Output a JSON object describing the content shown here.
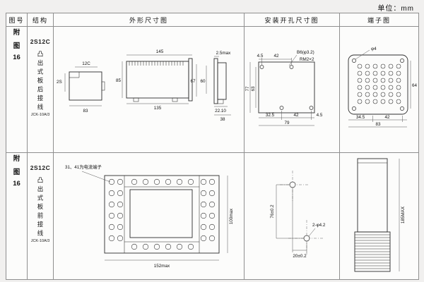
{
  "unit_label": "单位：mm",
  "headers": {
    "figure": "图号",
    "structure": "结构",
    "outline": "外形尺寸图",
    "install": "安装开孔尺寸图",
    "terminal": "端子图"
  },
  "row1": {
    "figure": {
      "c1": "附",
      "c2": "图",
      "c3": "16"
    },
    "structure": {
      "model": "2S12C",
      "desc": "凸出式板后接线",
      "type": "JCK-10A/3"
    },
    "outline": {
      "top_width": "12C",
      "top_depth": "2S",
      "top_base": "83",
      "front_width": "145",
      "front_height": "85",
      "front_base": "135",
      "front_inner": "67",
      "side_height": "60",
      "side_gap": "2.5max",
      "side_depth1": "22.10",
      "side_depth2": "38"
    },
    "install": {
      "top_offset": "4.5",
      "top_pitch": "42",
      "hole_spec": "B6(φ3.2)",
      "thread_spec": "RM2×2",
      "height_total": "77",
      "height_inner": "63",
      "bottom_offset": "32.5",
      "bottom_pitch": "42",
      "bottom_edge": "4.5",
      "bottom_total": "79"
    },
    "terminal": {
      "hole": "φ4",
      "bottom_left": "34.5",
      "bottom_pitch": "42",
      "bottom_total": "83",
      "side_height": "64"
    }
  },
  "row2": {
    "figure": {
      "c1": "附",
      "c2": "图",
      "c3": "16"
    },
    "structure": {
      "model": "2S12C",
      "desc": "凸出式板前接线",
      "type": "JCK-10A/3"
    },
    "outline": {
      "note": "31、41为电流端子",
      "height": "100max",
      "width": "152max"
    },
    "install": {
      "vert_pitch": "76±0.2",
      "hole_spec": "2-φ4.2",
      "horiz_pitch": "20±0.2"
    },
    "terminal": {
      "height": "185MAX"
    }
  }
}
